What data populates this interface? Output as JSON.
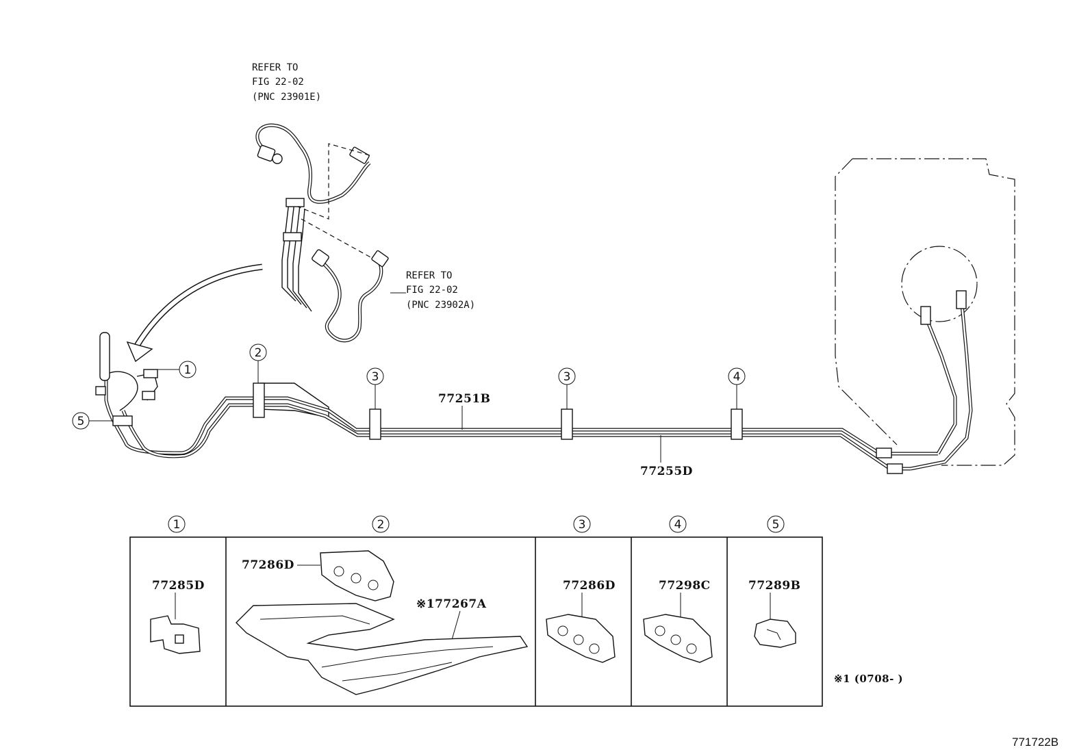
{
  "diagram": {
    "drawing_number": "771722B",
    "refer_upper": [
      "REFER TO",
      "FIG 22-02",
      "(PNC 23901E)"
    ],
    "refer_lower": [
      "REFER TO",
      "FIG 22-02",
      "(PNC 23902A)"
    ],
    "line_labels": {
      "main": "77251B",
      "return": "77255D"
    },
    "callouts": [
      "1",
      "2",
      "3",
      "4",
      "5"
    ],
    "table": {
      "headers": [
        "1",
        "2",
        "3",
        "4",
        "5"
      ],
      "cells": [
        {
          "parts": [
            "77285D"
          ]
        },
        {
          "parts": [
            "77286D",
            "※177267A"
          ]
        },
        {
          "parts": [
            "77286D"
          ]
        },
        {
          "parts": [
            "77298C"
          ]
        },
        {
          "parts": [
            "77289B"
          ]
        }
      ]
    },
    "note": "※1 (0708-     )"
  }
}
